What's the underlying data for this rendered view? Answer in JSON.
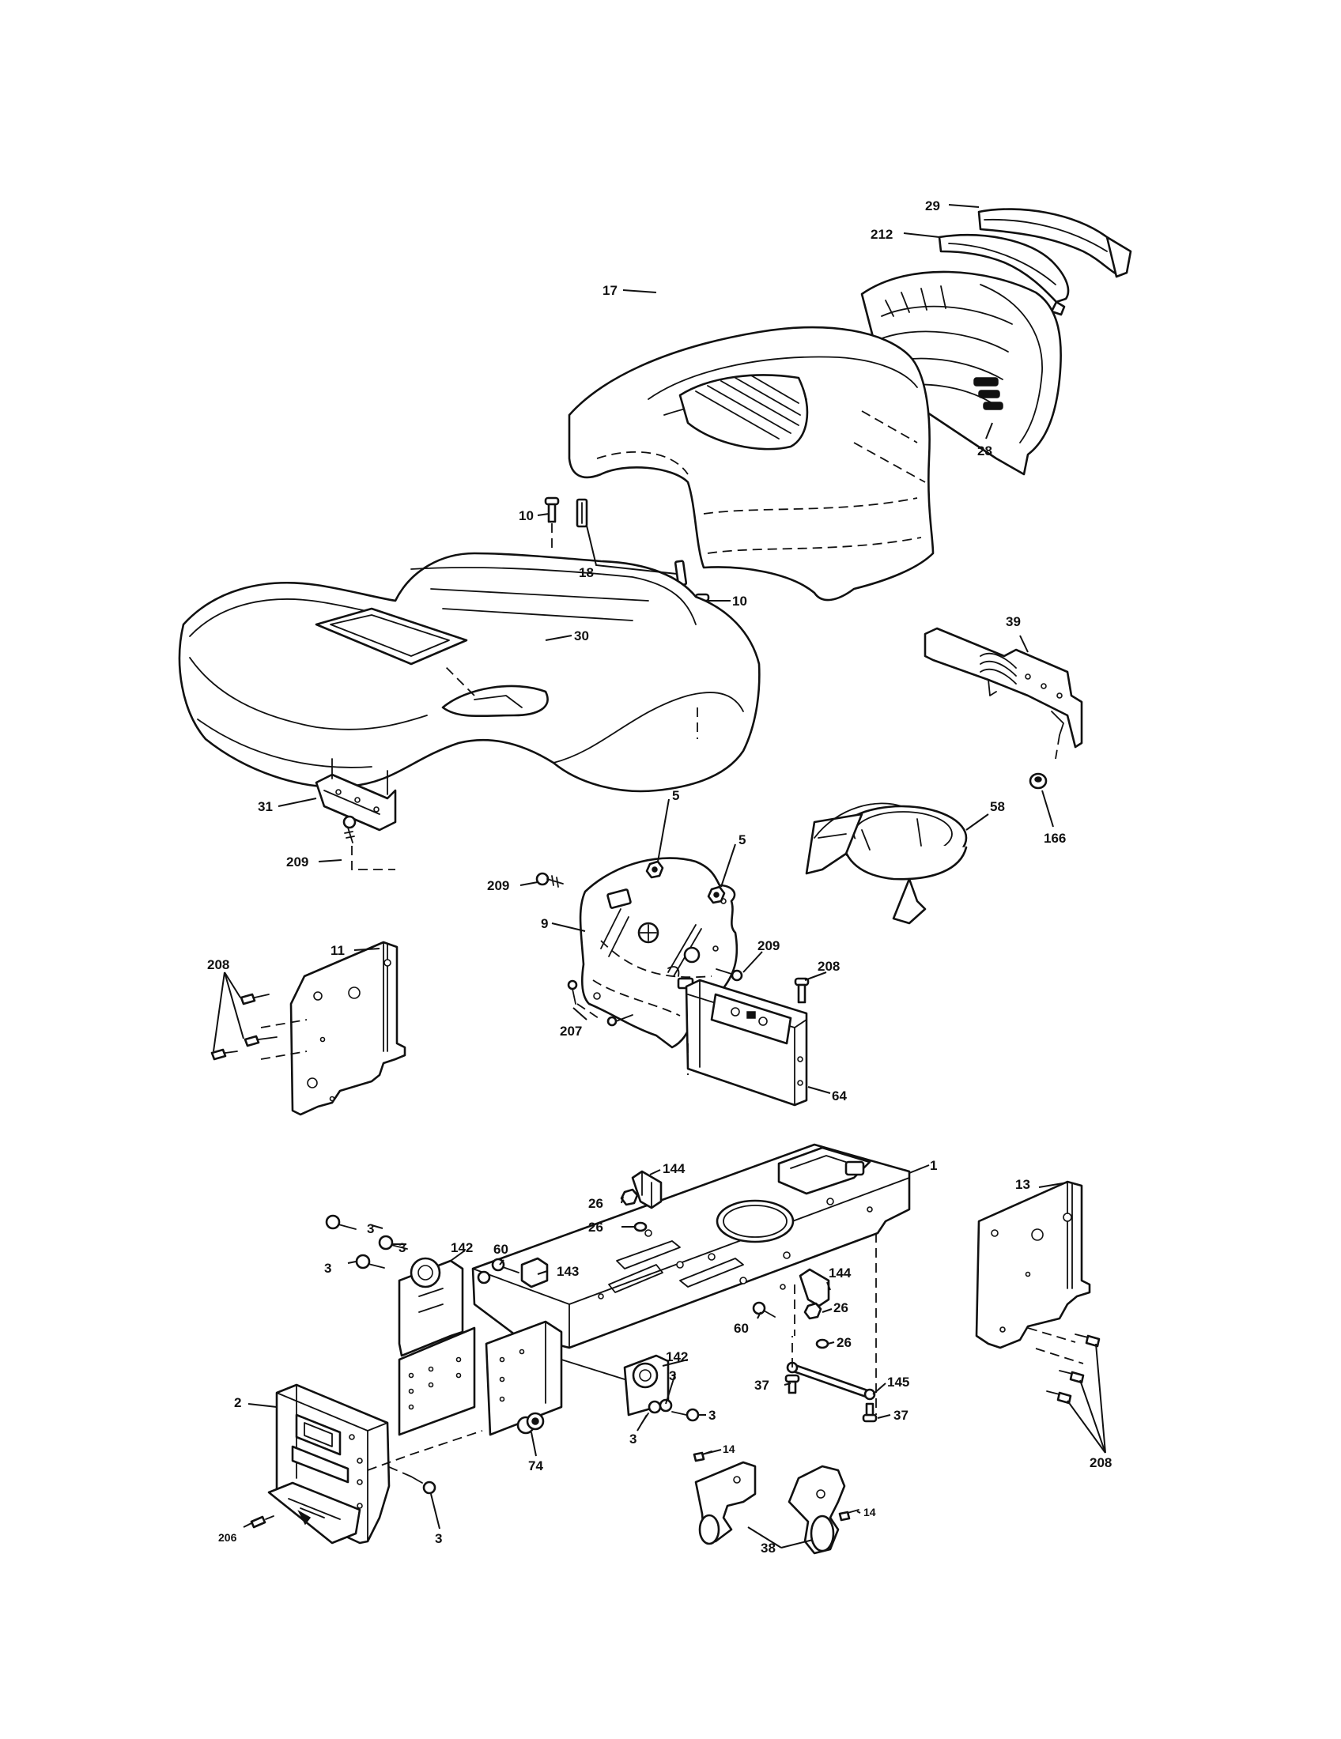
{
  "diagram": {
    "callouts": [
      {
        "key": "c29",
        "text": "29"
      },
      {
        "key": "c212",
        "text": "212"
      },
      {
        "key": "c17",
        "text": "17"
      },
      {
        "key": "c28",
        "text": "28"
      },
      {
        "key": "c10a",
        "text": "10"
      },
      {
        "key": "c18",
        "text": "18"
      },
      {
        "key": "c10b",
        "text": "10"
      },
      {
        "key": "c30",
        "text": "30"
      },
      {
        "key": "c39",
        "text": "39"
      },
      {
        "key": "c58",
        "text": "58"
      },
      {
        "key": "c166",
        "text": "166"
      },
      {
        "key": "c31",
        "text": "31"
      },
      {
        "key": "c209a",
        "text": "209"
      },
      {
        "key": "c5a",
        "text": "5"
      },
      {
        "key": "c5b",
        "text": "5"
      },
      {
        "key": "c209b",
        "text": "209"
      },
      {
        "key": "c9",
        "text": "9"
      },
      {
        "key": "c209c",
        "text": "209"
      },
      {
        "key": "c208a",
        "text": "208"
      },
      {
        "key": "c11",
        "text": "11"
      },
      {
        "key": "c208b",
        "text": "208"
      },
      {
        "key": "c207",
        "text": "207"
      },
      {
        "key": "c64",
        "text": "64"
      },
      {
        "key": "c1",
        "text": "1"
      },
      {
        "key": "c144a",
        "text": "144"
      },
      {
        "key": "c26a",
        "text": "26"
      },
      {
        "key": "c26b",
        "text": "26"
      },
      {
        "key": "c13",
        "text": "13"
      },
      {
        "key": "c3a",
        "text": "3"
      },
      {
        "key": "c3b",
        "text": "3"
      },
      {
        "key": "c60a",
        "text": "60"
      },
      {
        "key": "c142a",
        "text": "142"
      },
      {
        "key": "c143",
        "text": "143"
      },
      {
        "key": "c3c",
        "text": "3"
      },
      {
        "key": "c144b",
        "text": "144"
      },
      {
        "key": "c26c",
        "text": "26"
      },
      {
        "key": "c60b",
        "text": "60"
      },
      {
        "key": "c26d",
        "text": "26"
      },
      {
        "key": "c142b",
        "text": "142"
      },
      {
        "key": "c3d",
        "text": "3"
      },
      {
        "key": "c3e",
        "text": "3"
      },
      {
        "key": "c3f",
        "text": "3"
      },
      {
        "key": "c37a",
        "text": "37"
      },
      {
        "key": "c145",
        "text": "145"
      },
      {
        "key": "c37b",
        "text": "37"
      },
      {
        "key": "c2",
        "text": "2"
      },
      {
        "key": "c74",
        "text": "74"
      },
      {
        "key": "c208c",
        "text": "208"
      },
      {
        "key": "c14a",
        "text": "14"
      },
      {
        "key": "c14b",
        "text": "14"
      },
      {
        "key": "c3g",
        "text": "3"
      },
      {
        "key": "c206",
        "text": "206"
      },
      {
        "key": "c38",
        "text": "38"
      }
    ]
  }
}
